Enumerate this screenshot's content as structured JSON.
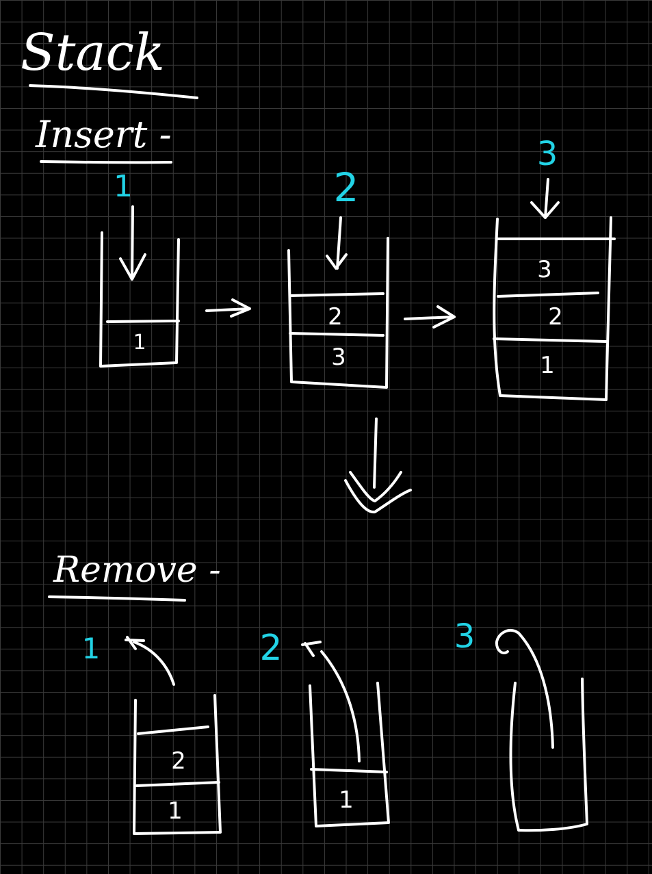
{
  "colors": {
    "background": "#000000",
    "grid": "#3a3a3a",
    "ink": "#ffffff",
    "accent": "#22d3e6"
  },
  "title": "Stack",
  "insert": {
    "heading": "Insert -",
    "steps": [
      {
        "number": "1",
        "cells": [
          "1"
        ]
      },
      {
        "number": "2",
        "cells": [
          "2",
          "3"
        ]
      },
      {
        "number": "3",
        "cells": [
          "3",
          "2",
          "1"
        ]
      }
    ]
  },
  "remove": {
    "heading": "Remove -",
    "steps": [
      {
        "number": "1",
        "cells": [
          "2",
          "1"
        ]
      },
      {
        "number": "2",
        "cells": [
          "1"
        ]
      },
      {
        "number": "3",
        "cells": []
      }
    ]
  }
}
